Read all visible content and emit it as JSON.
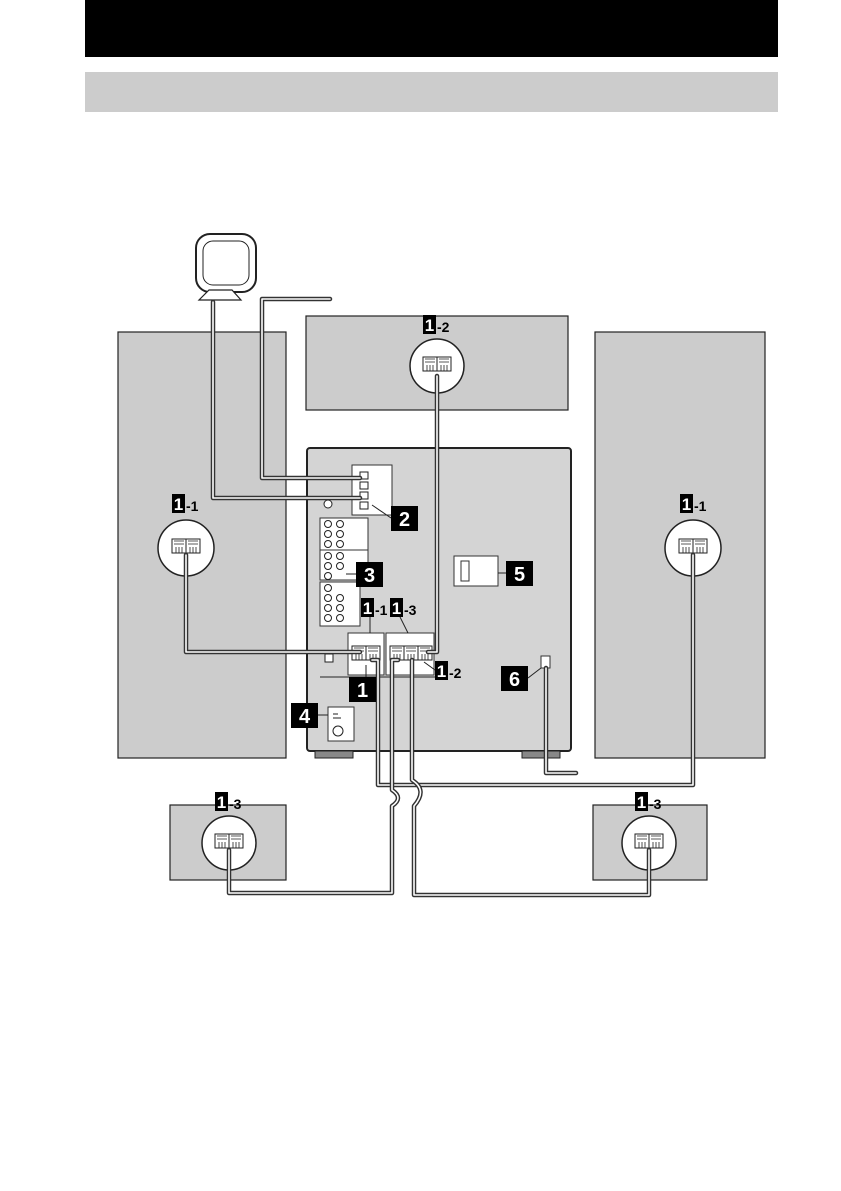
{
  "labels": {
    "main_speaker": "1",
    "speaker_left": "-1",
    "speaker_center": "-2",
    "speaker_surround": "-3",
    "antenna": "2",
    "video": "3",
    "ground": "4",
    "voltage_selector": "5",
    "power_cord": "6"
  }
}
